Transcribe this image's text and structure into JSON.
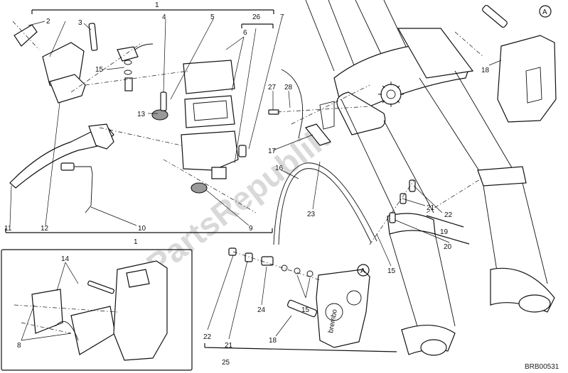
{
  "diagram": {
    "code": "BRB00531",
    "watermark": "PartsRepublik",
    "callouts": [
      {
        "id": "c1-top",
        "text": "1"
      },
      {
        "id": "c2",
        "text": "2"
      },
      {
        "id": "c3",
        "text": "3"
      },
      {
        "id": "c4",
        "text": "4"
      },
      {
        "id": "c5",
        "text": "5"
      },
      {
        "id": "c26",
        "text": "26"
      },
      {
        "id": "c7",
        "text": "7"
      },
      {
        "id": "c6",
        "text": "6"
      },
      {
        "id": "c15-a",
        "text": "15"
      },
      {
        "id": "c13",
        "text": "13"
      },
      {
        "id": "c11",
        "text": "11"
      },
      {
        "id": "c12",
        "text": "12"
      },
      {
        "id": "c10",
        "text": "10"
      },
      {
        "id": "c9",
        "text": "9"
      },
      {
        "id": "c1-bottom",
        "text": "1"
      },
      {
        "id": "c27",
        "text": "27"
      },
      {
        "id": "c28",
        "text": "28"
      },
      {
        "id": "c17",
        "text": "17"
      },
      {
        "id": "c16",
        "text": "16"
      },
      {
        "id": "c23",
        "text": "23"
      },
      {
        "id": "c18-top",
        "text": "18"
      },
      {
        "id": "c21-right",
        "text": "21"
      },
      {
        "id": "c22-right",
        "text": "22"
      },
      {
        "id": "c19",
        "text": "19"
      },
      {
        "id": "c20",
        "text": "20"
      },
      {
        "id": "c15-b",
        "text": "15"
      },
      {
        "id": "c14",
        "text": "14"
      },
      {
        "id": "c8",
        "text": "8"
      },
      {
        "id": "c22-left",
        "text": "22"
      },
      {
        "id": "c21-left",
        "text": "21"
      },
      {
        "id": "c24",
        "text": "24"
      },
      {
        "id": "c15-c",
        "text": "15"
      },
      {
        "id": "c18-bottom",
        "text": "18"
      },
      {
        "id": "c25",
        "text": "25"
      }
    ],
    "markers": [
      {
        "id": "ma-top",
        "text": "A"
      },
      {
        "id": "ma-mid",
        "text": "A"
      }
    ],
    "caliper_brand": "brembo"
  }
}
